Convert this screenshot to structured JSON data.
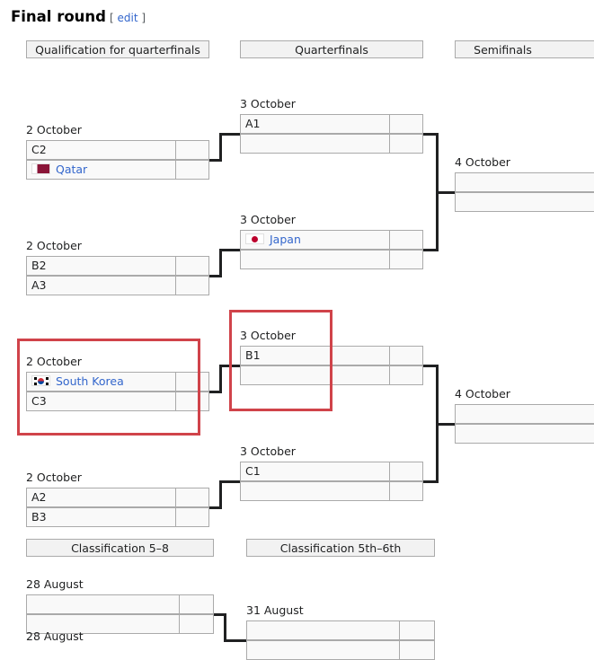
{
  "section": {
    "title": "Final round",
    "edit_open": "[",
    "edit_label": "edit",
    "edit_close": "]"
  },
  "headers": [
    "Qualification for quarterfinals",
    "Quarterfinals",
    "Semifinals",
    "Classification 5–8",
    "Classification 5th–6th"
  ],
  "matches": [
    {
      "date": "2 October",
      "teams": [
        {
          "name": "C2"
        },
        {
          "name": "Qatar",
          "flag": "qatar",
          "link": true
        }
      ]
    },
    {
      "date": "2 October",
      "teams": [
        {
          "name": "B2"
        },
        {
          "name": "A3"
        }
      ]
    },
    {
      "date": "2 October",
      "teams": [
        {
          "name": "South Korea",
          "flag": "south-korea",
          "link": true
        },
        {
          "name": "C3"
        }
      ]
    },
    {
      "date": "2 October",
      "teams": [
        {
          "name": "A2"
        },
        {
          "name": "B3"
        }
      ]
    },
    {
      "date": "3 October",
      "teams": [
        {
          "name": "A1"
        },
        {
          "name": ""
        }
      ]
    },
    {
      "date": "3 October",
      "teams": [
        {
          "name": "Japan",
          "flag": "japan",
          "link": true
        },
        {
          "name": ""
        }
      ]
    },
    {
      "date": "3 October",
      "teams": [
        {
          "name": "B1"
        },
        {
          "name": ""
        }
      ]
    },
    {
      "date": "3 October",
      "teams": [
        {
          "name": "C1"
        },
        {
          "name": ""
        }
      ]
    },
    {
      "date": "4 October",
      "teams": [
        {
          "name": ""
        },
        {
          "name": ""
        }
      ]
    },
    {
      "date": "4 October",
      "teams": [
        {
          "name": ""
        },
        {
          "name": ""
        }
      ]
    },
    {
      "date": "28 August",
      "teams": [
        {
          "name": ""
        },
        {
          "name": ""
        }
      ]
    },
    {
      "date": "31 August",
      "teams": [
        {
          "name": ""
        },
        {
          "name": ""
        }
      ]
    },
    {
      "date": "28 August",
      "teams": []
    }
  ],
  "colors": {
    "link": "#3366cc",
    "highlight": "#d0434a",
    "qatar": "#8a1538",
    "japan": "#bc002d",
    "korea_red": "#cd2e3a",
    "korea_blue": "#0047a0"
  }
}
